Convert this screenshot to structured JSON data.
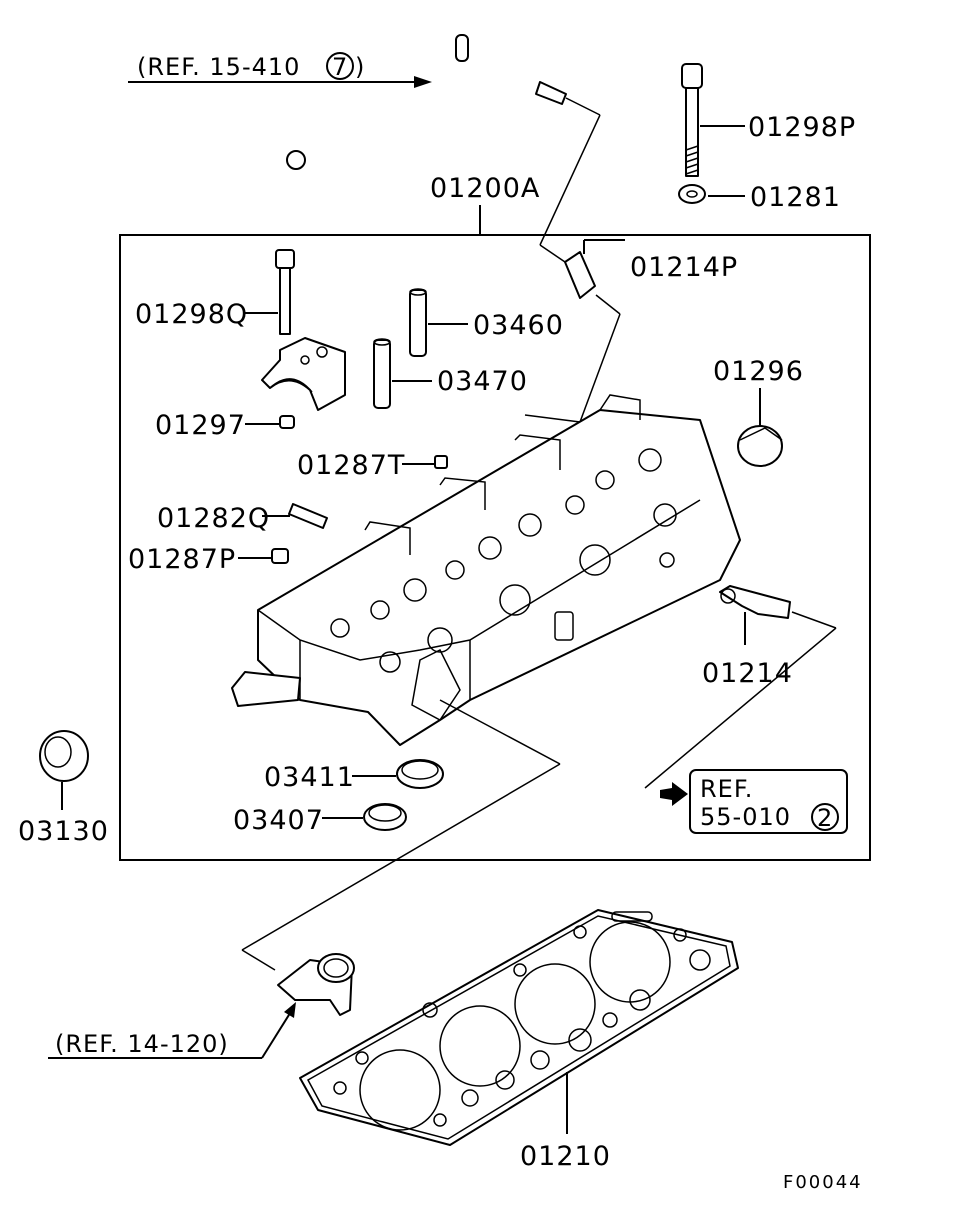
{
  "diagram": {
    "ref_fuel_pipe": {
      "text": "(REF. 15-410",
      "circled": "7"
    },
    "ref_thermostat": {
      "text": "(REF. 14-120)"
    },
    "ref_box": {
      "line1": "REF.",
      "line2": "55-010",
      "circled": "2"
    },
    "assembly_label": "01200A",
    "part_labels": {
      "p01298P": "01298P",
      "p01281": "01281",
      "p01214P": "01214P",
      "p01298Q": "01298Q",
      "p03460": "03460",
      "p03470": "03470",
      "p01296": "01296",
      "p01297": "01297",
      "p01287T": "01287T",
      "p01282Q": "01282Q",
      "p01287P": "01287P",
      "p01214": "01214",
      "p03411": "03411",
      "p03407": "03407",
      "p03130": "03130",
      "p01210": "01210"
    },
    "figure_code": "F00044"
  }
}
